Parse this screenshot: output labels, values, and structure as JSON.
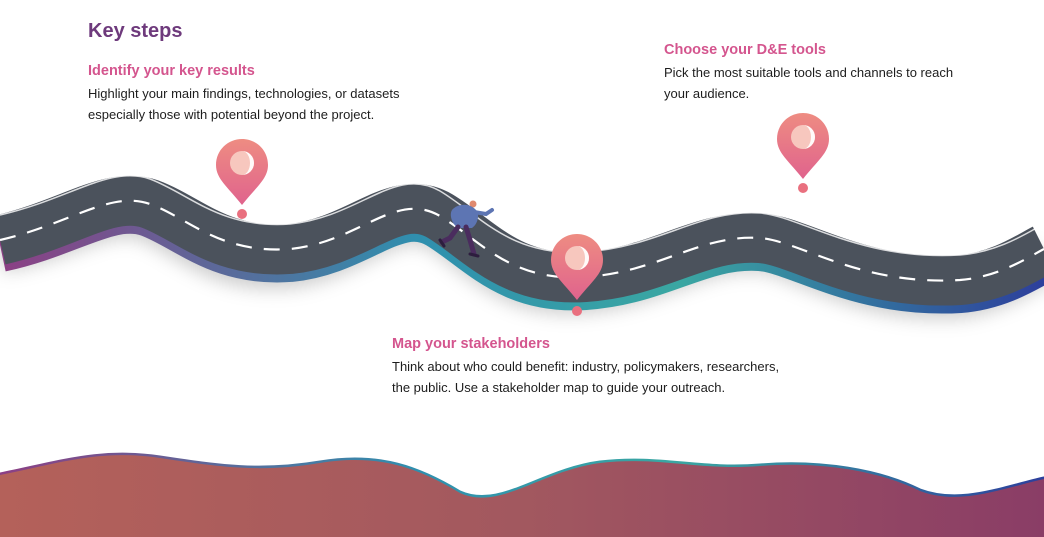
{
  "title": "Key steps",
  "steps": [
    {
      "title": "Identify your key results",
      "body": "Highlight your main findings, technologies, or datasets especially those with potential beyond the project."
    },
    {
      "title": "Map your stakeholders",
      "body": "Think about who could benefit: industry, policymakers, researchers, the public. Use a stakeholder map to guide your outreach."
    },
    {
      "title": "Choose your D&E tools",
      "body": "Pick the most suitable tools and channels to reach your audience."
    }
  ],
  "colors": {
    "heading": "#6e3a7c",
    "step_title": "#d4558e",
    "road": "#4b525c",
    "pin": "#e97a8a",
    "hill_left": "#b4615a",
    "hill_right": "#8a3d66"
  },
  "icons": [
    "map-pin-icon",
    "map-pin-icon",
    "map-pin-icon",
    "runner-figure"
  ]
}
